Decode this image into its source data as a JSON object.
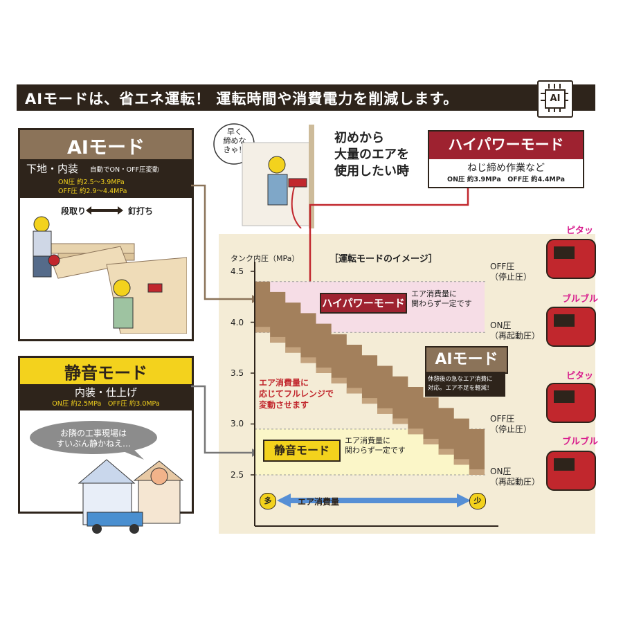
{
  "banner": {
    "text": "AIモードは、省エネ運転！ 運転時間や消費電力を削減します。",
    "chip_label": "AI"
  },
  "ai_mode_card": {
    "title": "AIモード",
    "use": "下地・内装",
    "auto_note": "自動でON・OFF圧変動",
    "on_pressure": "ON圧 約2.5〜3.9MPa",
    "off_pressure": "OFF圧 約2.9〜4.4MPa",
    "step_prep": "段取り",
    "step_nail": "釘打ち"
  },
  "quiet_mode_card": {
    "title": "静音モード",
    "use": "内装・仕上げ",
    "pressures": "ON圧 約2.5MPa　OFF圧 約3.0MPa",
    "speech": "お隣の工事現場は\nすいぶん静かねえ…"
  },
  "worker_speech": "早く\n締めな\nきゃ！",
  "highpower_intro": "初めから\n大量のエアを\n使用したい時",
  "highpower_card": {
    "title": "ハイパワーモード",
    "use": "ねじ締め作業など",
    "pressures": "ON圧 約3.9MPa　OFF圧 約4.4MPa"
  },
  "chart_data": {
    "type": "step",
    "title": "［運転モードのイメージ］",
    "ylabel": "タンク内圧（MPa）",
    "yticks": [
      "4.5",
      "4.0",
      "3.5",
      "3.0",
      "2.5"
    ],
    "ylim": [
      2.5,
      4.5
    ],
    "x_axis_label": "エア消費量",
    "x_left": "多",
    "x_right": "少",
    "levels": [
      {
        "label": "OFF圧\n（停止圧）",
        "value": 4.4
      },
      {
        "label": "ON圧\n（再起動圧）",
        "value": 3.9
      },
      {
        "label": "OFF圧\n（停止圧）",
        "value": 2.95
      },
      {
        "label": "ON圧\n（再起動圧）",
        "value": 2.5
      }
    ],
    "highpower_band": {
      "name": "ハイパワーモード",
      "note": "エア消費量に\n関わらず一定です",
      "range": [
        3.9,
        4.4
      ]
    },
    "quiet_band": {
      "name": "静音モード",
      "note": "エア消費量に\n関わらず一定です",
      "range": [
        2.5,
        2.95
      ]
    },
    "ai_band": {
      "name": "AIモード",
      "note": "休憩後の急なエア消費に\n対応。エア不足を軽減！",
      "red_note": "エア消費量に\n応じてフルレンジで\n変動させます",
      "steps": 15,
      "on_start": 3.9,
      "on_end": 2.5,
      "off_start": 4.4,
      "off_end": 2.95
    }
  },
  "compressor_sounds": [
    "ピタッ",
    "ブルブル",
    "ピタッ",
    "ブルブル"
  ],
  "colors": {
    "dark": "#2e241b",
    "brown": "#8b7359",
    "stair": "#a3805c",
    "highpower": "#9e2230",
    "quiet": "#f3d21d",
    "panel": "#f4ecd6",
    "red_text": "#c1272d",
    "arrow_blue": "#3a7fd5",
    "sound_magenta": "#d81b8c"
  }
}
